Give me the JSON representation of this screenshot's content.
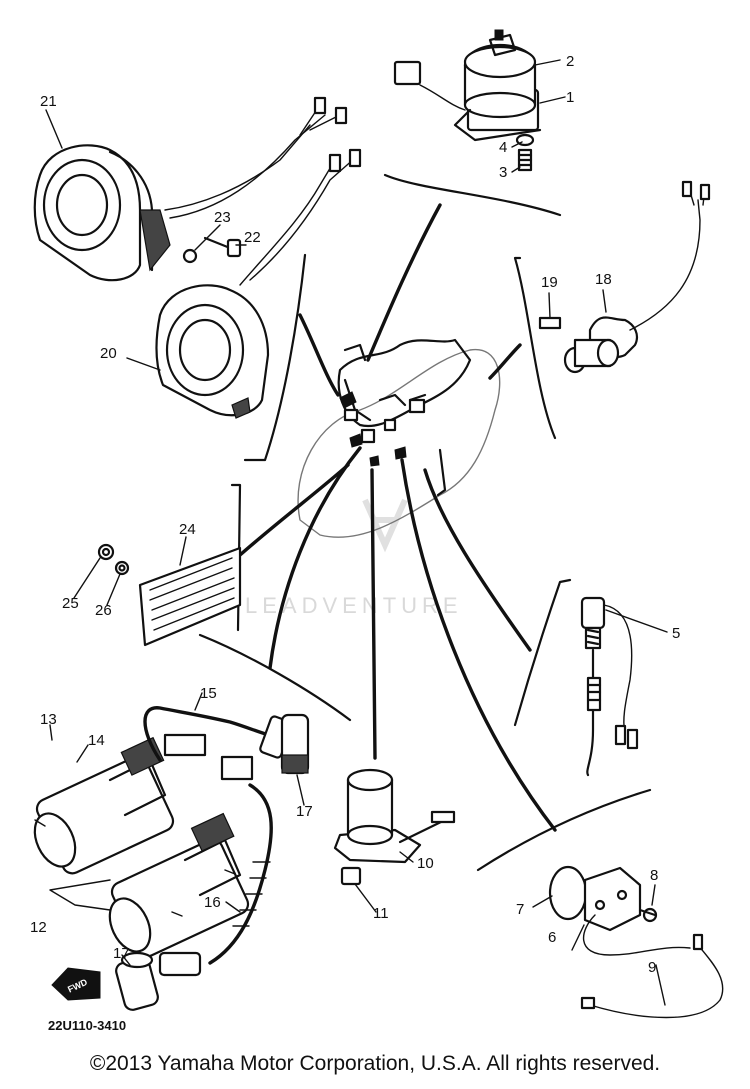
{
  "diagram": {
    "part_numbers": [
      "1",
      "2",
      "3",
      "4",
      "5",
      "6",
      "7",
      "8",
      "9",
      "10",
      "11",
      "12",
      "13",
      "14",
      "15",
      "16",
      "17",
      "17",
      "18",
      "19",
      "20",
      "21",
      "22",
      "23",
      "24",
      "25",
      "26"
    ],
    "drawing_code": "22U110-3410",
    "fwd_marker": "FWD",
    "watermark": "LEADVENTURE",
    "copyright": "©2013 Yamaha Motor Corporation, U.S.A. All rights reserved."
  }
}
